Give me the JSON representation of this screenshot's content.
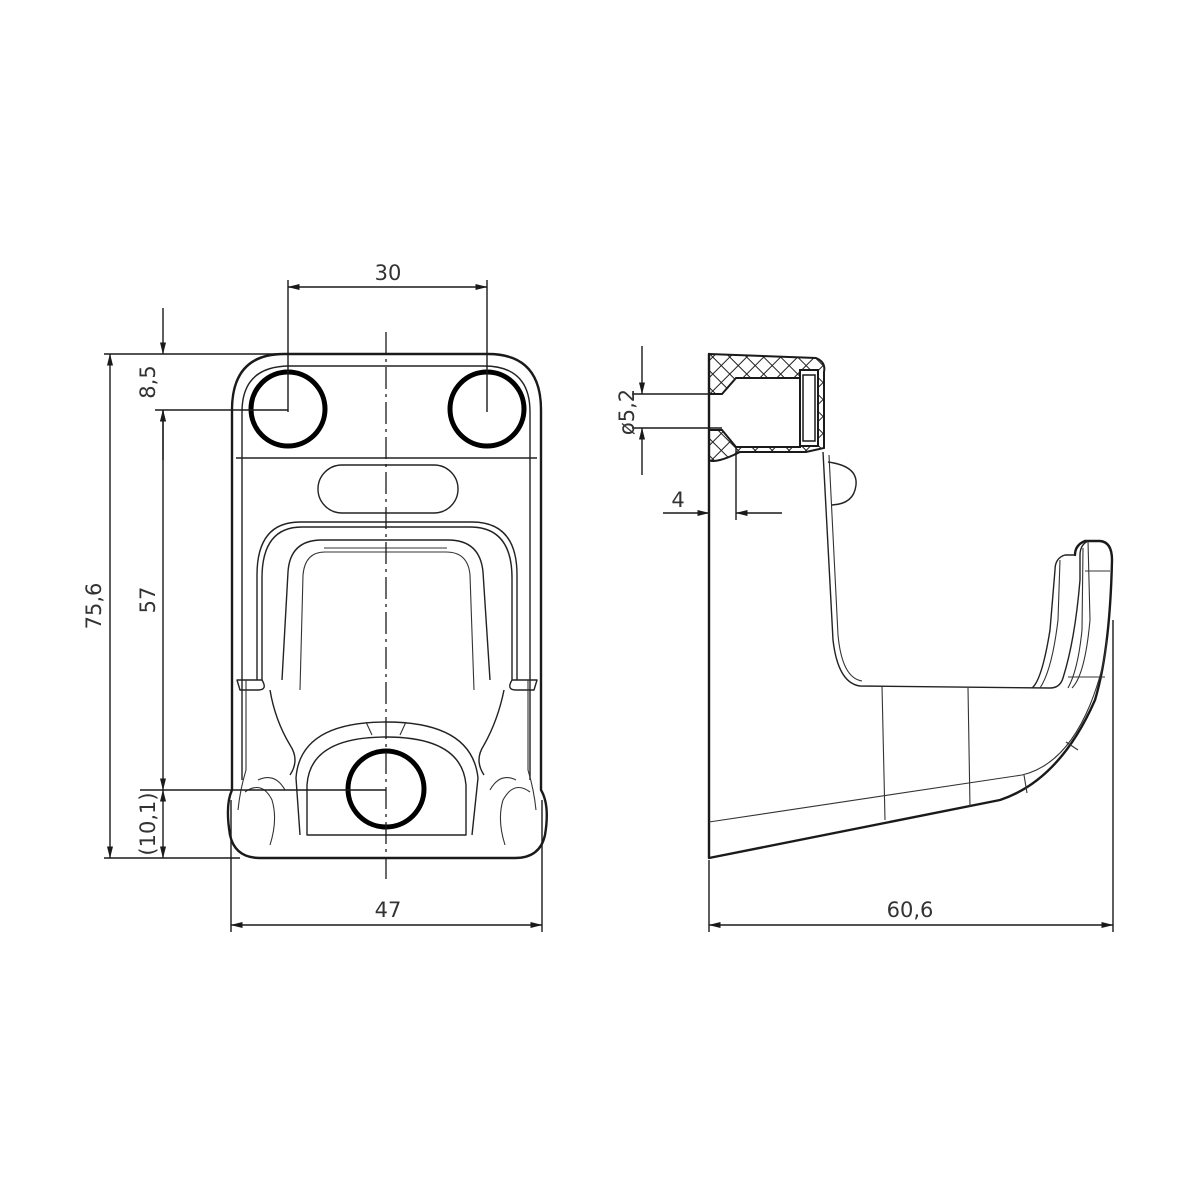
{
  "drawing": {
    "subject": "wall hook technical drawing",
    "units": "mm",
    "line_color": "#1a1a1a",
    "background": "#ffffff"
  },
  "front_view": {
    "dimensions": {
      "hole_spacing": "30",
      "top_hole_offset": "8,5",
      "overall_height": "75,6",
      "hole_to_hole_vertical": "57",
      "bottom_hole_offset": "(10,1)",
      "overall_width": "47"
    }
  },
  "side_view": {
    "dimensions": {
      "hole_diameter": "ø5,2",
      "counterbore_depth": "4",
      "overall_depth": "60,6"
    }
  }
}
